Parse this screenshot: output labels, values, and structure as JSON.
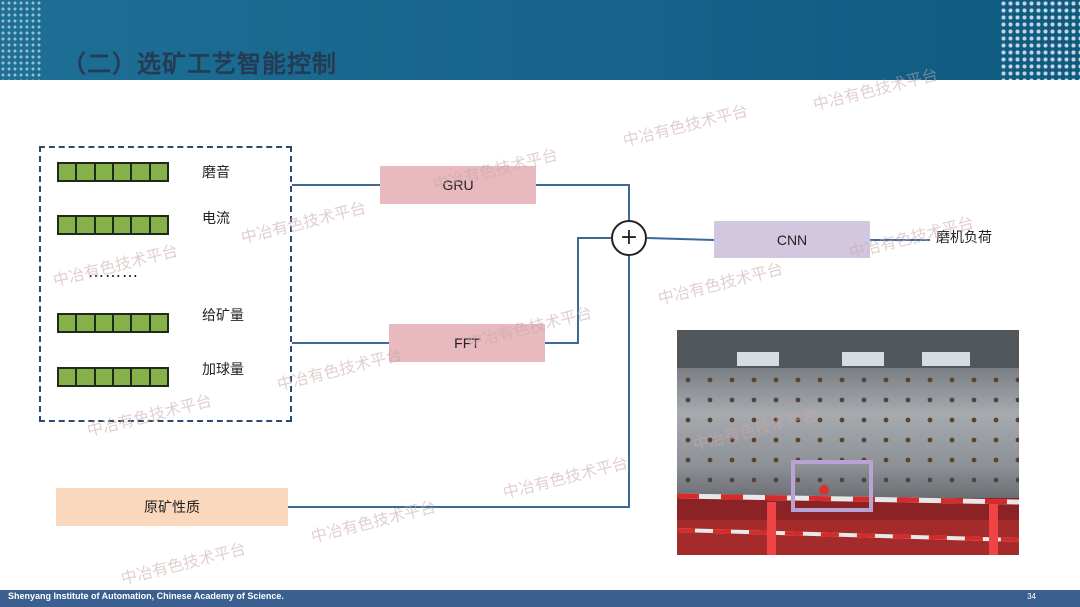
{
  "slide": {
    "title": "（二）选矿工艺智能控制",
    "footer": "Shenyang Institute of Automation, Chinese Academy of Science.",
    "page_number": "34"
  },
  "features": {
    "items": [
      "磨音",
      "电流",
      "给矿量",
      "加球量"
    ],
    "ellipsis": "………",
    "cells_per_bar": 6
  },
  "blocks": {
    "gru": "GRU",
    "fft": "FFT",
    "cnn": "CNN",
    "ore": "原矿性质",
    "plus": "+",
    "output": "磨机负荷"
  },
  "watermark": "中冶有色技术平台",
  "colors": {
    "header": "#15628a",
    "bar": "#86b04a",
    "gru_fft": "#e8b9bf",
    "cnn": "#d3c7e0",
    "ore": "#fad8bd",
    "connector": "#3b6a99",
    "highlight": "#b9a3d4"
  }
}
